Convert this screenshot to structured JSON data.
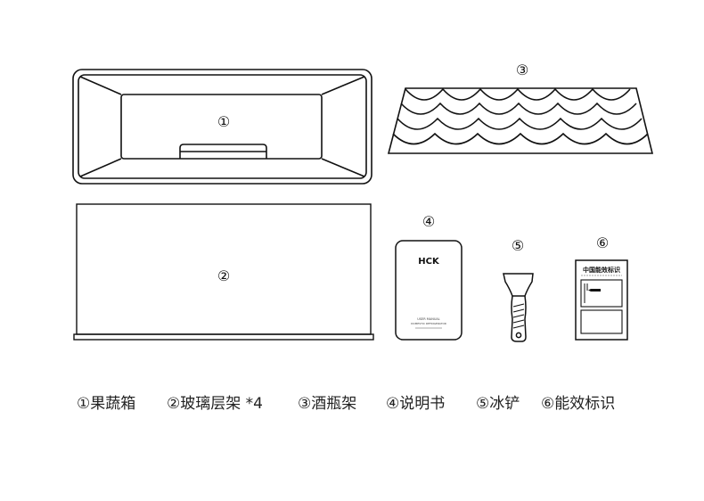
{
  "diagram": {
    "items": [
      {
        "marker": "①",
        "name": "果蔬箱"
      },
      {
        "marker": "②",
        "name": "玻璃层架 *4"
      },
      {
        "marker": "③",
        "name": "酒瓶架"
      },
      {
        "marker": "④",
        "name": "说明书"
      },
      {
        "marker": "⑤",
        "name": "冰铲"
      },
      {
        "marker": "⑥",
        "name": "能效标识"
      }
    ],
    "manual": {
      "brand": "HCK",
      "subtitle": "USER MANUAL",
      "line2": "DOMESTIC REFRIGERATOR"
    },
    "energy_label": {
      "title": "中国能效标识"
    }
  },
  "captions": [
    "①果蔬箱",
    "②玻璃层架 *4",
    "③酒瓶架",
    "④说明书",
    "⑤冰铲",
    "⑥能效标识"
  ]
}
